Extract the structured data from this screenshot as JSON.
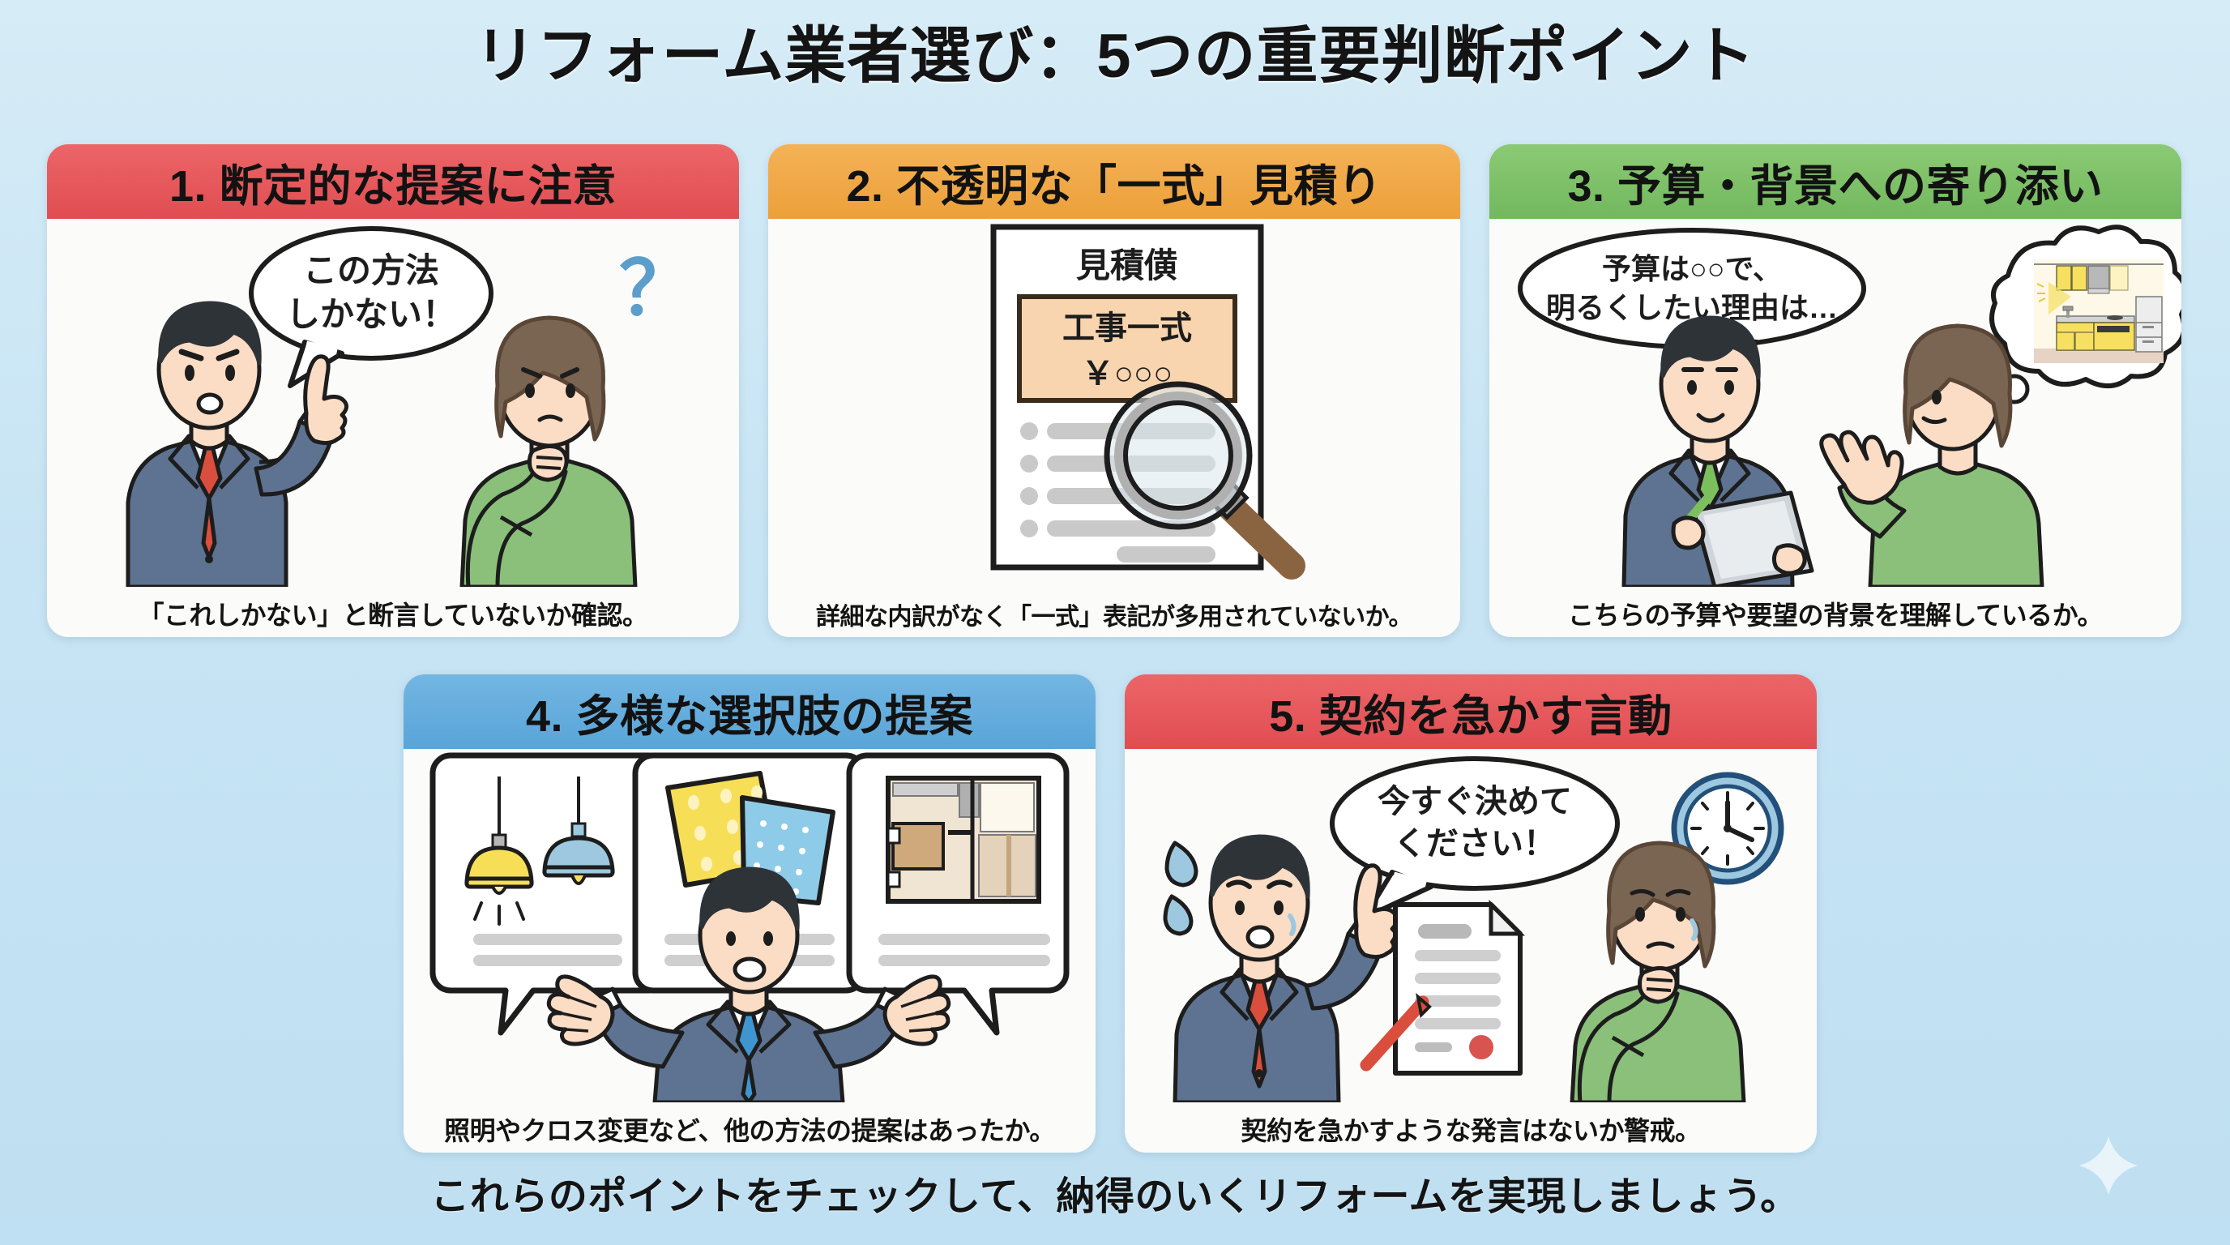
{
  "title": "リフォーム業者選び：5つの重要判断ポイント",
  "footer": "これらのポイントをチェックして、納得のいくリフォームを実現しましょう。",
  "colors": {
    "background": "#c7e4f4",
    "card_bg": "#fbfbfa",
    "red": "#e8575a",
    "orange": "#f0a845",
    "green": "#7dc068",
    "blue": "#65aedd",
    "suit": "#5d7391",
    "sweater_green": "#8bc07a",
    "tie_red": "#d94e3c",
    "tie_blue": "#3f95d0",
    "tie_green": "#7cc05e",
    "skin": "#fbdcc4",
    "hair_dark": "#2e3338",
    "hair_brown": "#7a6552",
    "accent_yellow": "#f7de57",
    "estimate_highlight": "#f8d5ae",
    "ink": "#1d1d1d"
  },
  "cards": [
    {
      "id": "card1",
      "number": "1.",
      "header": "1. 断定的な提案に注意",
      "header_color": "#e8575a",
      "speech": "この方法\nしかない！",
      "speech_line1": "この方法",
      "speech_line2": "しかない！",
      "question_mark": "？",
      "caption": "「これしかない」と断言していないか確認。",
      "scene": "salesman-pointing-and-worried-woman"
    },
    {
      "id": "card2",
      "number": "2.",
      "header": "2. 不透明な「一式」見積り",
      "header_color": "#f0a845",
      "doc_title": "見積僙",
      "doc_highlight_line1": "工事一式",
      "doc_highlight_line2": "￥○○○",
      "caption": "詳細な内訳がなく「一式」表記が多用されていないか。",
      "scene": "estimate-document-with-magnifier"
    },
    {
      "id": "card3",
      "number": "3.",
      "header": "3. 予算・背景への寄り添い",
      "header_color": "#7dc068",
      "speech_line1": "予算は○○で、",
      "speech_line2": "明るくしたい理由は…",
      "caption": "こちらの予算や要望の背景を理解しているか。",
      "scene": "salesman-listening-woman-imagining-kitchen"
    },
    {
      "id": "card4",
      "number": "4.",
      "header": "4. 多様な選択肢の提案",
      "header_color": "#65aedd",
      "options": [
        "lighting-option",
        "wallpaper-option",
        "floorplan-option"
      ],
      "caption": "照明やクロス変更など、他の方法の提案はあったか。",
      "scene": "salesman-presenting-three-options"
    },
    {
      "id": "card5",
      "number": "5.",
      "header": "5. 契約を急かす言動",
      "header_color": "#e8575a",
      "speech_line1": "今すぐ決めて",
      "speech_line2": "ください！",
      "caption": "契約を急かすような発言はないか警戒。",
      "scene": "pushy-salesman-contract-clock-worried-woman"
    }
  ]
}
